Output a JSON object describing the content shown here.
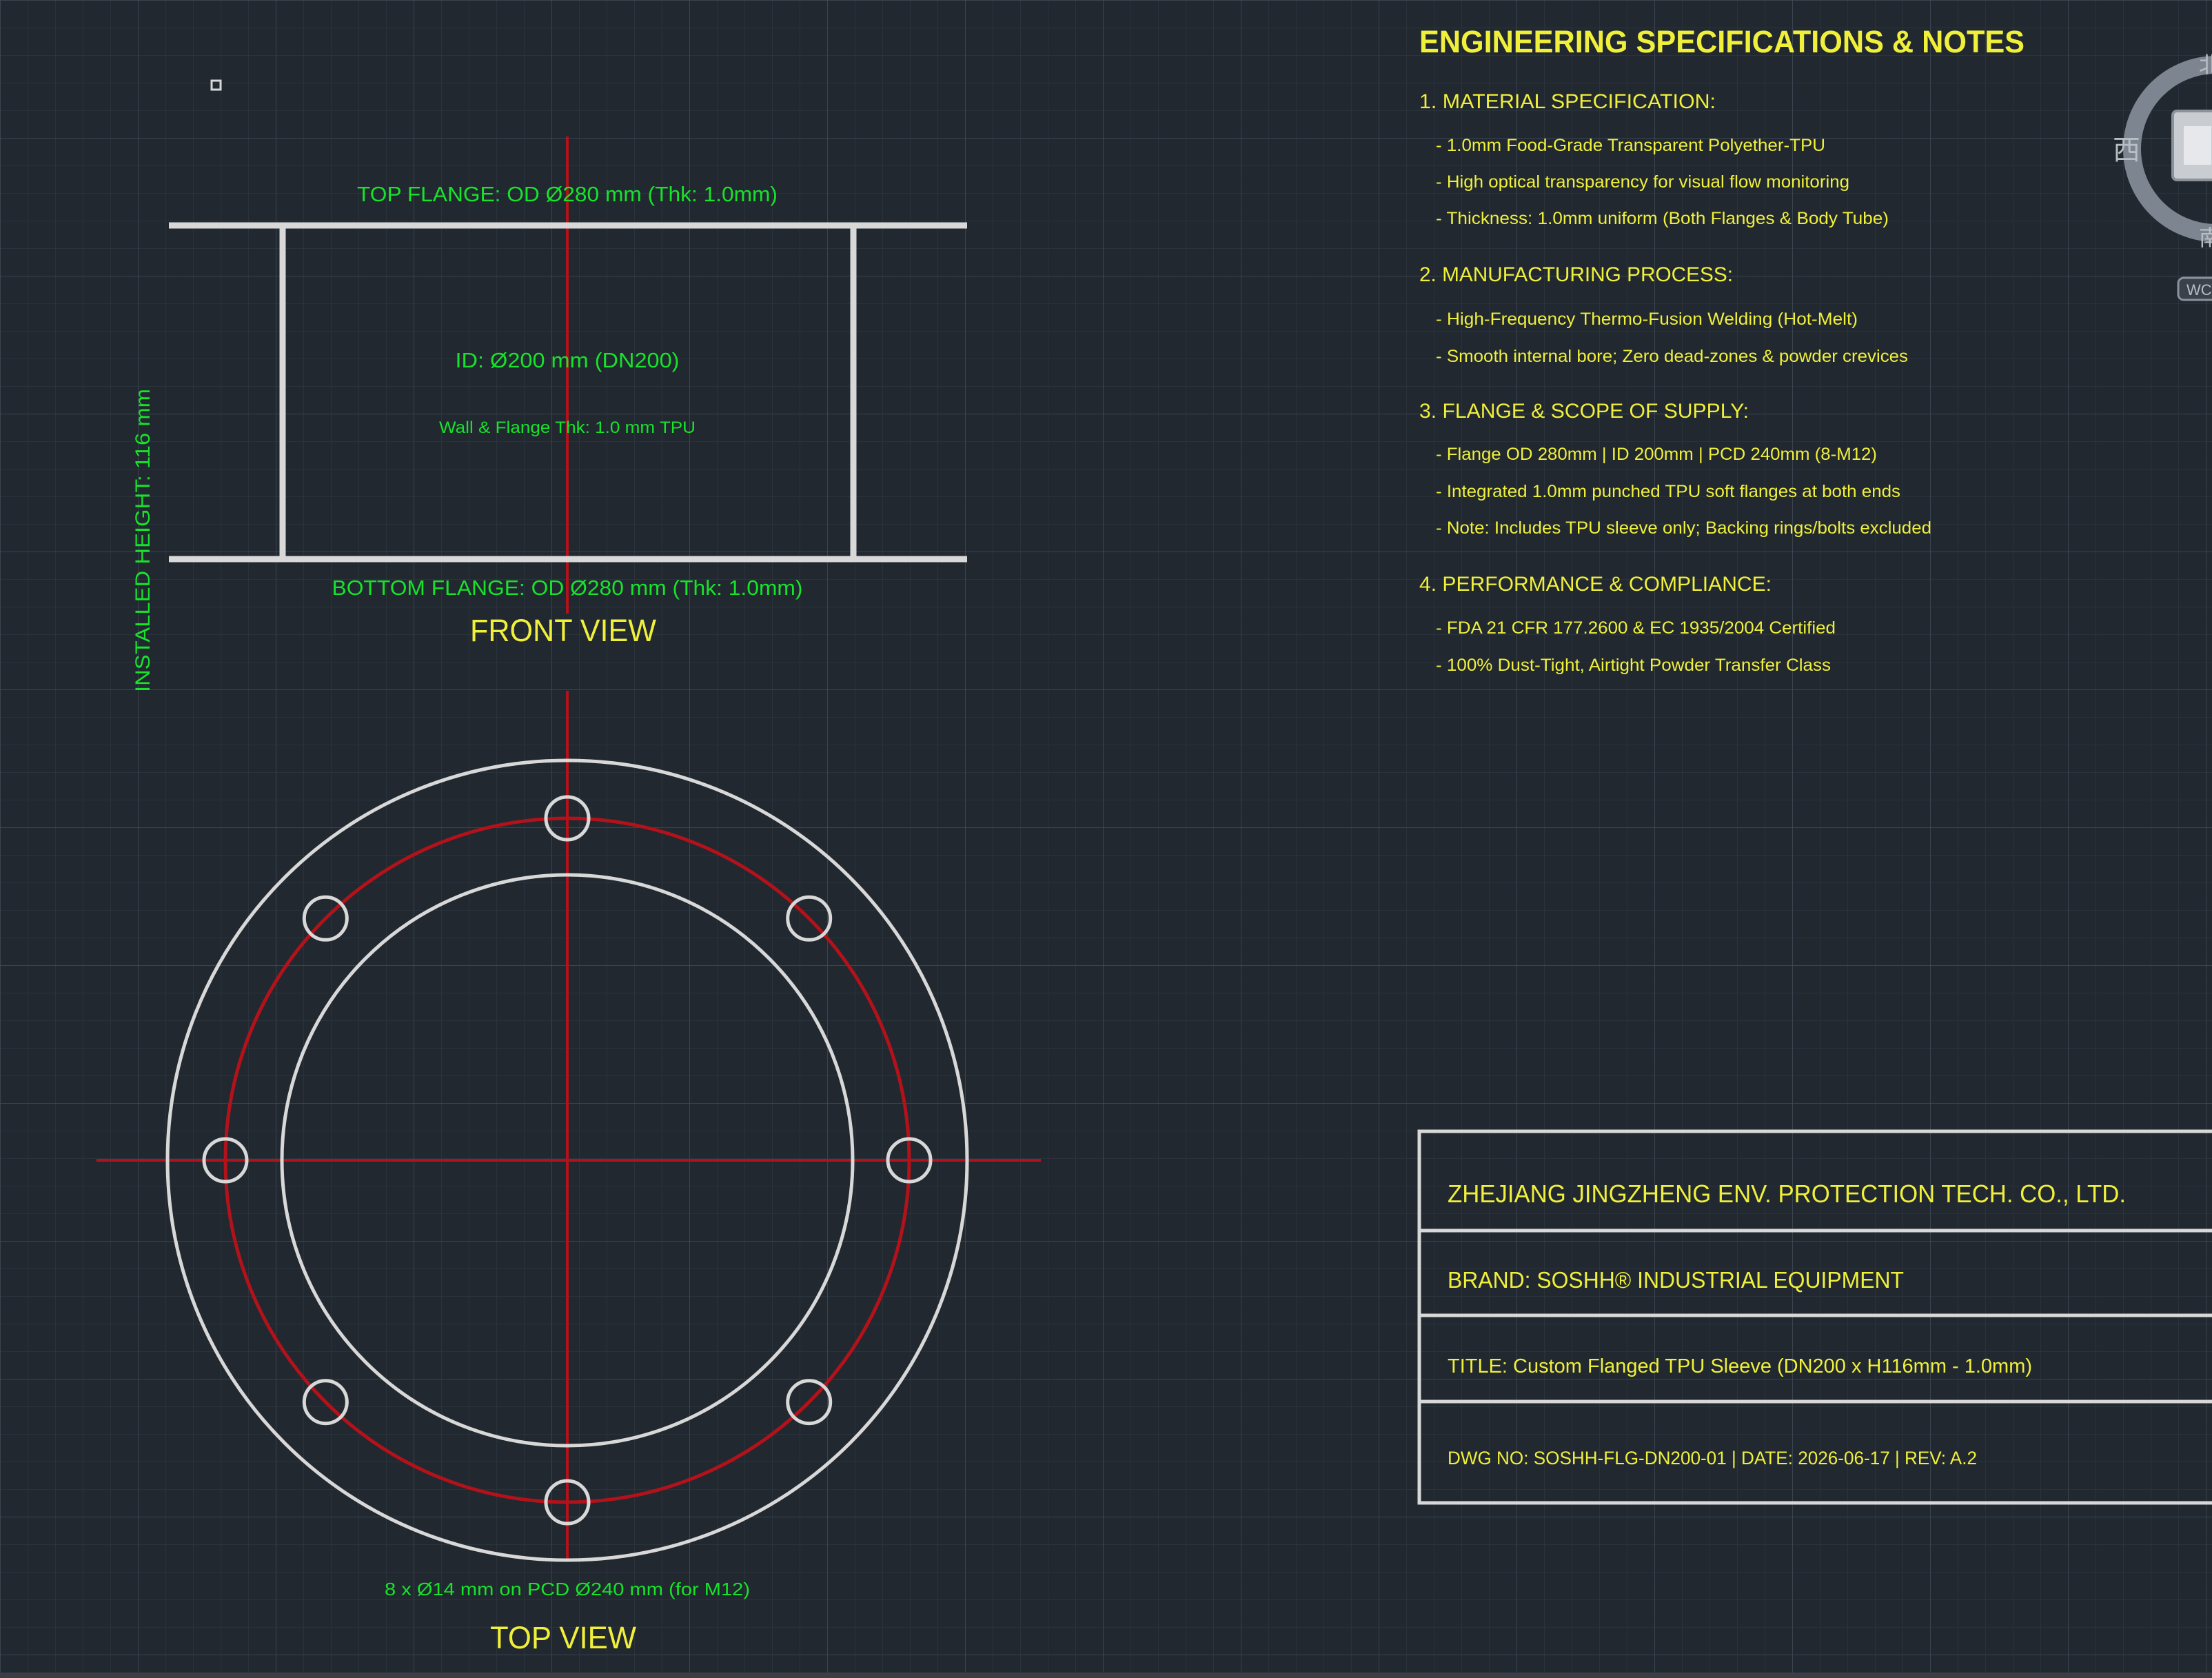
{
  "drawing": {
    "front_view": {
      "top_flange_label": "TOP FLANGE: OD Ø280 mm (Thk: 1.0mm)",
      "id_label": "ID: Ø200 mm (DN200)",
      "wall_label": "Wall & Flange Thk: 1.0 mm TPU",
      "bottom_flange_label": "BOTTOM FLANGE: OD Ø280 mm (Thk: 1.0mm)",
      "height_label": "INSTALLED HEIGHT: 116 mm",
      "view_title": "FRONT VIEW"
    },
    "top_view": {
      "holes_label": "8 x Ø14 mm on PCD Ø240 mm (for M12)",
      "view_title": "TOP VIEW"
    }
  },
  "specs": {
    "heading": "ENGINEERING SPECIFICATIONS & NOTES",
    "sections": [
      {
        "title": "1. MATERIAL SPECIFICATION:",
        "items": [
          "- 1.0mm Food-Grade Transparent Polyether-TPU",
          "- High optical transparency for visual flow monitoring",
          "- Thickness: 1.0mm uniform (Both Flanges & Body Tube)"
        ]
      },
      {
        "title": "2. MANUFACTURING PROCESS:",
        "items": [
          "- High-Frequency Thermo-Fusion Welding (Hot-Melt)",
          "- Smooth internal bore; Zero dead-zones & powder crevices"
        ]
      },
      {
        "title": "3. FLANGE & SCOPE OF SUPPLY:",
        "items": [
          "- Flange OD 280mm | ID 200mm | PCD 240mm (8-M12)",
          "- Integrated 1.0mm punched TPU soft flanges at both ends",
          "- Note: Includes TPU sleeve only; Backing rings/bolts excluded"
        ]
      },
      {
        "title": "4. PERFORMANCE & COMPLIANCE:",
        "items": [
          "- FDA 21 CFR 177.2600 & EC 1935/2004 Certified",
          "- 100% Dust-Tight, Airtight Powder Transfer Class"
        ]
      }
    ]
  },
  "title_block": {
    "company": "ZHEJIANG JINGZHENG ENV. PROTECTION TECH. CO., LTD.",
    "brand": "BRAND: SOSHH® INDUSTRIAL EQUIPMENT",
    "title": "TITLE: Custom Flanged TPU Sleeve (DN200 x H116mm - 1.0mm)",
    "dwg": "DWG NO: SOSHH-FLG-DN200-01 | DATE: 2026-06-17 | REV: A.2"
  },
  "viewcube": {
    "west_label": "西",
    "north_label": "北",
    "south_label": "南",
    "wcs_label": "WCS"
  },
  "colors": {
    "background": "#212830",
    "geometry": "#d8d8d8",
    "centerline": "#b3121a",
    "dimension_text": "#17e32b",
    "notes_text": "#f0f03a"
  }
}
